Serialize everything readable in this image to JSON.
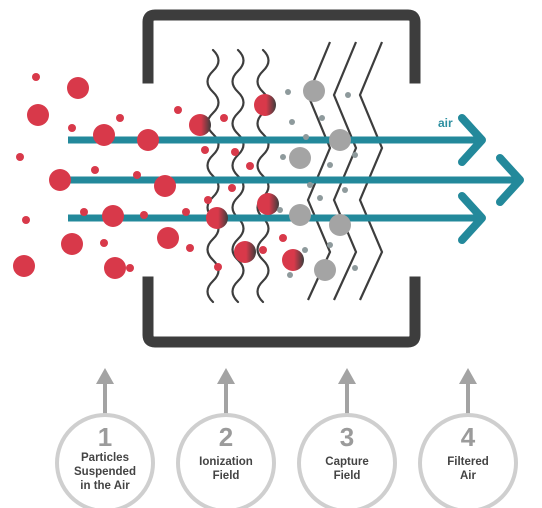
{
  "colors": {
    "particle": "#d8394a",
    "captured": "#9a9a9a",
    "airflow": "#23899b",
    "housing": "#3d3d3d",
    "wave": "#3d3d3d",
    "upArrow": "#a3a3a3"
  },
  "airflow": {
    "label": "air"
  },
  "steps": [
    {
      "number": "1",
      "label_lines": [
        "Particles",
        "Suspended",
        "in the Air"
      ]
    },
    {
      "number": "2",
      "label_lines": [
        "Ionization",
        "Field"
      ]
    },
    {
      "number": "3",
      "label_lines": [
        "Capture",
        "Field"
      ]
    },
    {
      "number": "4",
      "label_lines": [
        "Filtered",
        "Air"
      ]
    }
  ]
}
